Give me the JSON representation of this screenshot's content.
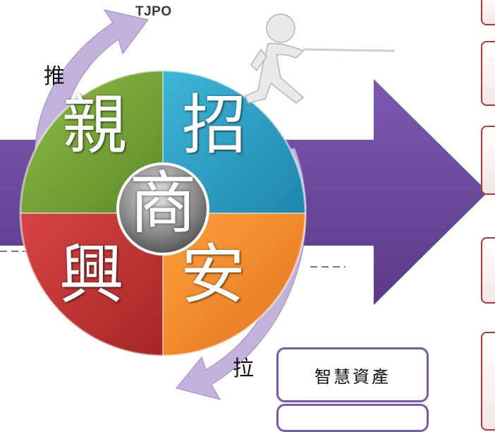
{
  "header": {
    "title": "TJPO"
  },
  "cycle": {
    "push_label": "推",
    "pull_label": "拉",
    "center_label": "商",
    "quadrants": [
      {
        "position": "top-left",
        "label": "親",
        "color": "#78a33a"
      },
      {
        "position": "top-right",
        "label": "招",
        "color": "#2a9fc4"
      },
      {
        "position": "bottom-left",
        "label": "興",
        "color": "#c43434"
      },
      {
        "position": "bottom-right",
        "label": "安",
        "color": "#f28a1e"
      }
    ]
  },
  "boxes": [
    {
      "label": "智慧資產"
    },
    {
      "label": ""
    }
  ],
  "colors": {
    "arrow": "#6a4a9a",
    "cycle_arrow": "#c3b3dc",
    "box_border": "#7a5aa8",
    "card_border": "#a93a3a"
  }
}
